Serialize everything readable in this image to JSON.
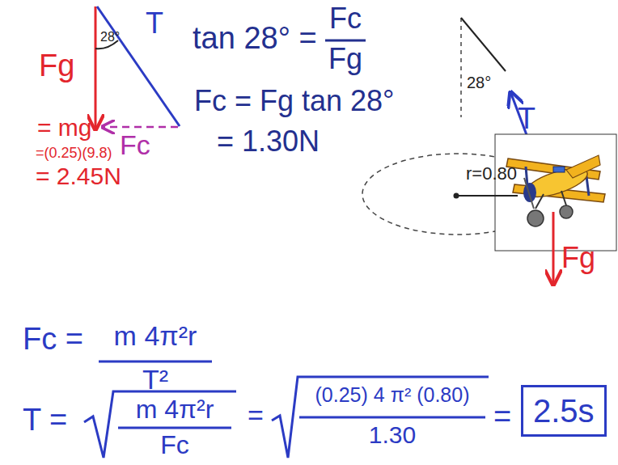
{
  "diagram": {
    "nodes": [
      {
        "text": [
          "2.5s"
        ]
      }
    ],
    "labels": [
      "Fg",
      "= mg",
      "=(0.25)(9.8)",
      "= 2.45N",
      "28°",
      "T",
      "Fc",
      "tan 28° =",
      "Fc",
      "Fg",
      "Fc = Fg tan 28°",
      "= 1.30N",
      "28°",
      "T",
      "r=0.80",
      "Fg",
      "Fc =",
      "m 4π²r",
      "T²",
      "T =",
      "m 4π²r",
      "Fc",
      "=",
      "(0.25) 4 π² (0.80)",
      "1.30",
      "="
    ]
  }
}
